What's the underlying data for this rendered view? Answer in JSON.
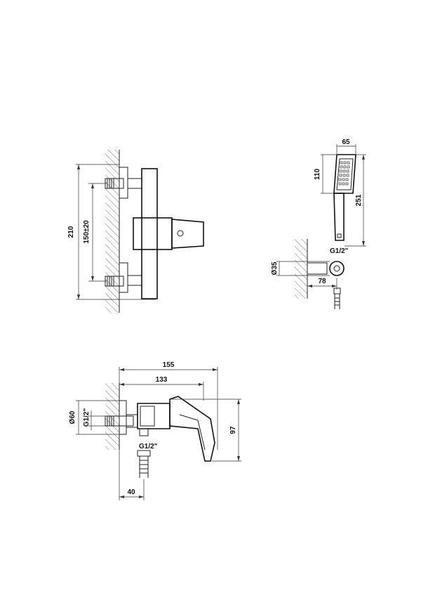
{
  "front_view": {
    "height_label": "210",
    "spacing_label": "150±20"
  },
  "hand_shower": {
    "width_label": "65",
    "head_height_label": "110",
    "total_length_label": "251",
    "thread_label": "G1/2\"",
    "holder_diameter_label": "Ø35",
    "holder_offset_label": "78"
  },
  "side_view": {
    "overall_depth_label": "155",
    "handle_depth_label": "133",
    "rosette_label": "Ø60",
    "inlet_thread_label": "G1/2\"",
    "outlet_thread_label": "G1/2\"",
    "height_label": "97",
    "wall_offset_label": "40"
  }
}
